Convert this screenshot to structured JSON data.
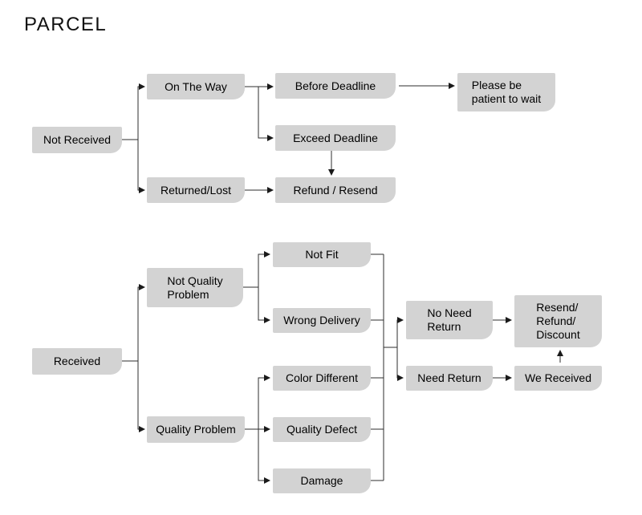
{
  "title": "PARCEL",
  "colors": {
    "node_fill": "#d3d3d3",
    "connector_line": "#2e2e2e",
    "arrowhead": "#1a1a1a",
    "text": "#000000",
    "background": "#ffffff"
  },
  "nodes": {
    "not_received": {
      "label": "Not Received"
    },
    "on_the_way": {
      "label": "On The Way"
    },
    "returned_lost": {
      "label": "Returned/Lost"
    },
    "before_deadline": {
      "label": "Before Deadline"
    },
    "exceed_deadline": {
      "label": "Exceed Deadline"
    },
    "refund_resend": {
      "label": "Refund / Resend"
    },
    "please_wait": {
      "label": "Please be\npatient to wait"
    },
    "received": {
      "label": "Received"
    },
    "not_quality_problem": {
      "label": "Not Quality\nProblem"
    },
    "quality_problem": {
      "label": "Quality Problem"
    },
    "not_fit": {
      "label": "Not Fit"
    },
    "wrong_delivery": {
      "label": "Wrong Delivery"
    },
    "color_different": {
      "label": "Color Different"
    },
    "quality_defect": {
      "label": "Quality Defect"
    },
    "damage": {
      "label": "Damage"
    },
    "no_need_return": {
      "label": "No Need\nReturn"
    },
    "need_return": {
      "label": "Need Return"
    },
    "resend_refund_discount": {
      "label": "Resend/\nRefund/\nDiscount"
    },
    "we_received": {
      "label": "We Received"
    }
  },
  "edges": [
    "Not Received -> On The Way",
    "Not Received -> Returned/Lost",
    "On The Way -> Before Deadline",
    "On The Way -> Exceed Deadline",
    "Before Deadline -> Please be patient to wait",
    "Exceed Deadline -> Refund / Resend",
    "Returned/Lost -> Refund / Resend",
    "Received -> Not Quality Problem",
    "Received -> Quality Problem",
    "Not Quality Problem -> Not Fit",
    "Not Quality Problem -> Wrong Delivery",
    "Quality Problem -> Color Different",
    "Quality Problem -> Quality Defect",
    "Quality Problem -> Damage",
    "Not Fit/Wrong Delivery/Color Different/Quality Defect/Damage -> No Need Return",
    "Not Fit/Wrong Delivery/Color Different/Quality Defect/Damage -> Need Return",
    "No Need Return -> Resend/Refund/Discount",
    "Need Return -> We Received",
    "We Received -> Resend/Refund/Discount"
  ]
}
